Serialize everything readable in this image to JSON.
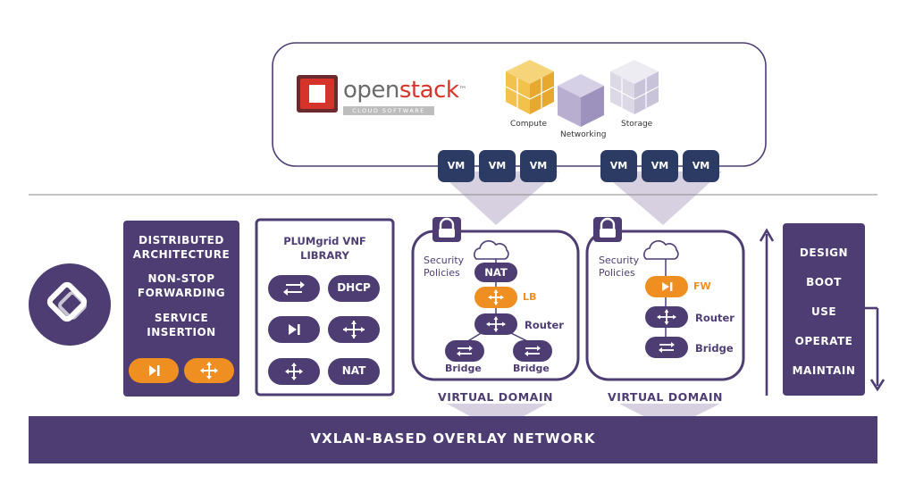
{
  "colors": {
    "purple": "#4e3d73",
    "orange": "#ef8f21",
    "vm_navy": "#2b3b63",
    "light_purple_fill": "#cfc8da",
    "cube_yellow": "#f2c24d",
    "cube_lavender": "#b8aed0",
    "cube_light": "#dcd8e6"
  },
  "openstack": {
    "logo_word_open": "open",
    "logo_word_stack": "stack",
    "logo_tm": "™",
    "logo_tagline": "CLOUD SOFTWARE",
    "compute_label": "Compute",
    "networking_label": "Networking",
    "storage_label": "Storage"
  },
  "vms": {
    "group_left": [
      "VM",
      "VM",
      "VM"
    ],
    "group_right": [
      "VM",
      "VM",
      "VM"
    ]
  },
  "features_panel": {
    "line1": "DISTRIBUTED",
    "line2": "ARCHITECTURE",
    "line3": "NON-STOP",
    "line4": "FORWARDING",
    "line5": "SERVICE",
    "line6": "INSERTION",
    "icons": [
      "firewall-icon",
      "load-balancer-icon"
    ]
  },
  "vnf_library": {
    "title_line1": "PLUMgrid VNF",
    "title_line2": "LIBRARY",
    "items": [
      {
        "icon": "bridge-icon"
      },
      {
        "label": "DHCP"
      },
      {
        "icon": "firewall-icon"
      },
      {
        "icon": "router-icon"
      },
      {
        "icon": "load-balancer-icon"
      },
      {
        "label": "NAT"
      }
    ]
  },
  "domain_left": {
    "policies_line1": "Security",
    "policies_line2": "Policies",
    "nat_label": "NAT",
    "lb_label": "LB",
    "router_label": "Router",
    "bridge_left_label": "Bridge",
    "bridge_right_label": "Bridge",
    "domain_label": "VIRTUAL DOMAIN"
  },
  "domain_right": {
    "policies_line1": "Security",
    "policies_line2": "Policies",
    "fw_label": "FW",
    "router_label": "Router",
    "bridge_label": "Bridge",
    "domain_label": "VIRTUAL DOMAIN"
  },
  "lifecycle_panel": {
    "items": [
      "DESIGN",
      "BOOT",
      "USE",
      "OPERATE",
      "MAINTAIN"
    ]
  },
  "overlay_bar": {
    "label": "VXLAN-BASED OVERLAY NETWORK"
  }
}
